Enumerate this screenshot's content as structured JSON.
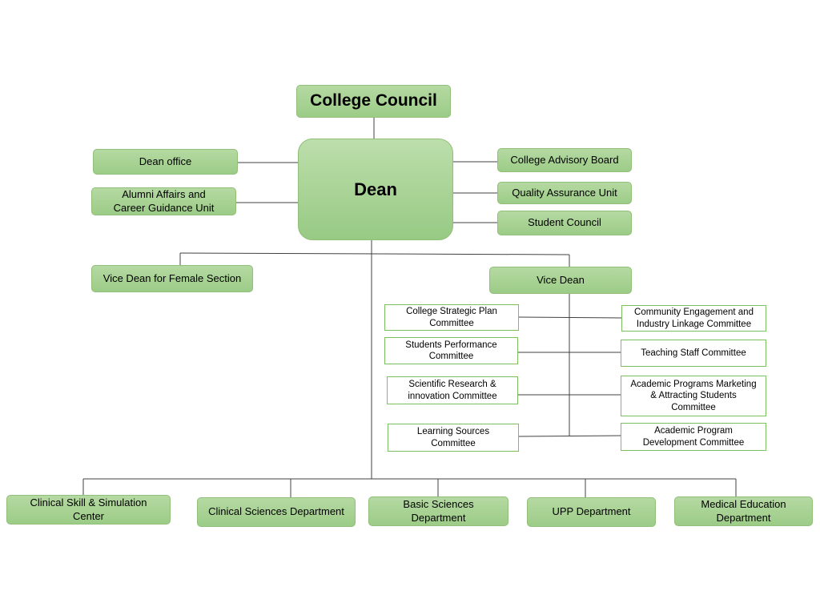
{
  "college_council": "College Council",
  "dean": "Dean",
  "left_units": {
    "dean_office": "Dean office",
    "alumni_line1": "Alumni Affairs and",
    "alumni_line2": "Career Guidance Unit"
  },
  "right_units": {
    "advisory_board": "College Advisory Board",
    "quality_assurance": "Quality Assurance Unit",
    "student_council": "Student Council"
  },
  "vice_dean_female": "Vice Dean for Female Section",
  "vice_dean": "Vice Dean",
  "committees_left": [
    {
      "l1": "College Strategic Plan",
      "l2": "Committee"
    },
    {
      "l1": "Students Performance",
      "l2": "Committee"
    },
    {
      "l1": "Scientific Research &",
      "l2": "innovation Committee"
    },
    {
      "l1": "Learning Sources",
      "l2": "Committee"
    }
  ],
  "committees_right": [
    {
      "l1": "Community Engagement and",
      "l2": "Industry Linkage Committee",
      "l3": ""
    },
    {
      "l1": "Teaching Staff Committee",
      "l2": "",
      "l3": ""
    },
    {
      "l1": "Academic Programs Marketing",
      "l2": "& Attracting Students",
      "l3": "Committee"
    },
    {
      "l1": "Academic Program",
      "l2": "Development Committee",
      "l3": ""
    }
  ],
  "departments": [
    {
      "l1": "Clinical Skill & Simulation",
      "l2": "Center"
    },
    {
      "l1": "Clinical Sciences Department",
      "l2": ""
    },
    {
      "l1": "Basic Sciences",
      "l2": "Department"
    },
    {
      "l1": "UPP Department",
      "l2": ""
    },
    {
      "l1": "Medical Education",
      "l2": "Department"
    }
  ]
}
